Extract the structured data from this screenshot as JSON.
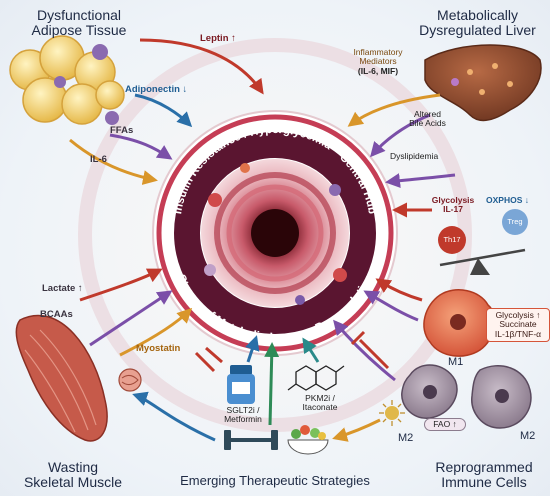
{
  "corners": {
    "adipose_title": [
      "Dysfunctional",
      "Adipose Tissue"
    ],
    "liver_title": [
      "Metabolically",
      "Dysregulated Liver"
    ],
    "muscle_title": [
      "Wasting",
      "Skeletal Muscle"
    ],
    "immune_title": [
      "Reprogrammed",
      "Immune Cells"
    ]
  },
  "therapy_title": "Emerging Therapeutic Strategies",
  "hub": {
    "top_arc": "Insulin Resistance / Hyperglycemia – Central Hub",
    "bottom_arc": "Stream of Metabolic-Immune Dysregulation"
  },
  "adipose_signals": {
    "leptin": "Leptin ↑",
    "adiponectin": "Adiponectin ↓",
    "ffas": "FFAs",
    "il6": "IL-6"
  },
  "liver_signals": {
    "mediators": [
      "Inflammatory",
      "Mediators",
      "(IL-6, MIF)"
    ],
    "bile": [
      "Altered",
      "Bile Acids"
    ],
    "dyslipidemia": "Dyslipidemia"
  },
  "tcell": {
    "glycolysis": [
      "Glycolysis",
      "IL-17"
    ],
    "oxphos": "OXPHOS ↓",
    "th17": "Th17",
    "treg": "Treg"
  },
  "muscle_signals": {
    "lactate": "Lactate ↑",
    "bcaas": "BCAAs",
    "myostatin": "Myostatin"
  },
  "macrophage": {
    "m1": "M1",
    "m1_box": [
      "Glycolysis ↑",
      "Succinate",
      "IL-1β/TNF-α"
    ],
    "m2_left": "M2",
    "m2_right": "M2",
    "fao": "FAO ↑"
  },
  "drugs": {
    "sglt2": [
      "SGLT2i /",
      "Metformin"
    ],
    "pkm2": [
      "PKM2i /",
      "Itaconate"
    ]
  },
  "colors": {
    "ring_outer": "#c53d55",
    "ring_inner": "#5a1530",
    "adipose_yellow": "#f6d97a",
    "liver_brown": "#8a4a2e",
    "muscle_red": "#c65a4a",
    "arrow_red": "#c0392b",
    "arrow_blue": "#2a6fa8",
    "arrow_orange": "#d9962a",
    "arrow_purple": "#7b4fa8",
    "arrow_green": "#2e8b57",
    "arrow_teal": "#2a8a8a"
  },
  "icons": [
    "pill-bottle-icon",
    "molecule-icon",
    "dumbbell-icon",
    "salad-bowl-icon",
    "balance-scale-icon"
  ]
}
